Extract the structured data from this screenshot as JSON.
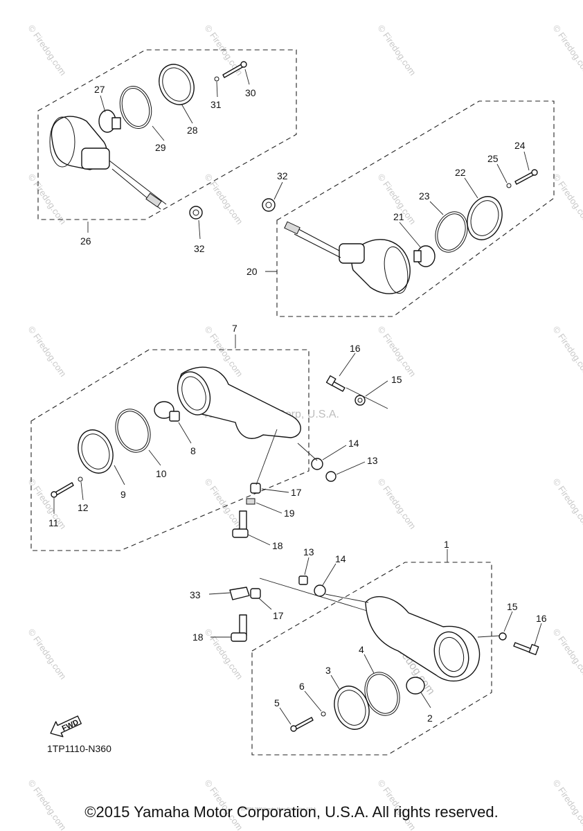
{
  "watermarks": {
    "site": "© Firedog.com",
    "site_short": "©",
    "center": "Yamaha Motor Corp, U.S.A.",
    "fine_print": "(c) 2005-2015 Yamaha Motor Corporation, U.S.A."
  },
  "callouts": {
    "p1": "1",
    "p2": "2",
    "p3": "3",
    "p4": "4",
    "p5": "5",
    "p6": "6",
    "p7": "7",
    "p8": "8",
    "p9": "9",
    "p10": "10",
    "p11": "11",
    "p12": "12",
    "p13a": "13",
    "p13b": "13",
    "p14a": "14",
    "p14b": "14",
    "p15a": "15",
    "p15b": "15",
    "p16a": "16",
    "p16b": "16",
    "p17a": "17",
    "p17b": "17",
    "p18a": "18",
    "p18b": "18",
    "p19": "19",
    "p20": "20",
    "p21": "21",
    "p22": "22",
    "p23": "23",
    "p24": "24",
    "p25": "25",
    "p26": "26",
    "p27": "27",
    "p28": "28",
    "p29": "29",
    "p30": "30",
    "p31": "31",
    "p32a": "32",
    "p32b": "32",
    "p33": "33"
  },
  "fwd_label": "FWD",
  "diagram_code": "1TP1110-N360",
  "copyright": "©2015 Yamaha Motor Corporation, U.S.A. All rights reserved."
}
